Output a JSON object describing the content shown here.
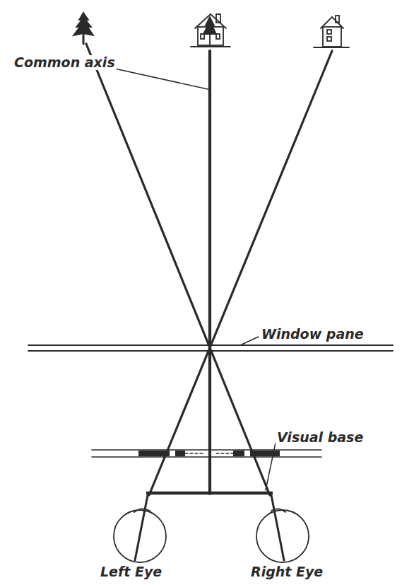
{
  "diagram": {
    "labels": [
      "Common axis",
      "Window pane",
      "Visual base",
      "Left Eye",
      "Right Eye"
    ]
  }
}
